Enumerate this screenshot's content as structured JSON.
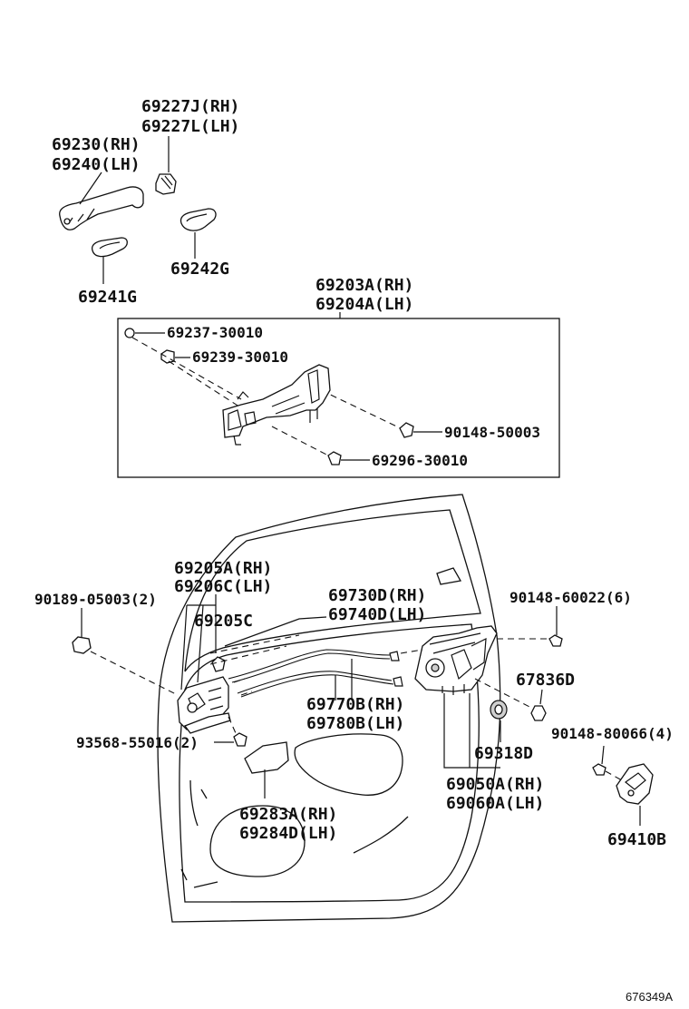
{
  "labels": {
    "p69227J": "69227J(RH)",
    "p69227L": "69227L(LH)",
    "p69230": "69230(RH)",
    "p69240": "69240(LH)",
    "p69242G": "69242G",
    "p69241G": "69241G",
    "p69203A": "69203A(RH)",
    "p69204A": "69204A(LH)",
    "p69237": "69237-30010",
    "p69239": "69239-30010",
    "p90148_50003": "90148-50003",
    "p69296": "69296-30010",
    "p69205A": "69205A(RH)",
    "p69206C": "69206C(LH)",
    "p90189": "90189-05003(2)",
    "p69205C": "69205C",
    "p69730D": "69730D(RH)",
    "p69740D": "69740D(LH)",
    "p90148_60022": "90148-60022(6)",
    "p67836D": "67836D",
    "p69770B": "69770B(RH)",
    "p69780B": "69780B(LH)",
    "p93568": "93568-55016(2)",
    "p69318D": "69318D",
    "p90148_80066": "90148-80066(4)",
    "p69283A": "69283A(RH)",
    "p69284D": "69284D(LH)",
    "p69050A": "69050A(RH)",
    "p69060A": "69060A(LH)",
    "p69410B": "69410B"
  },
  "footer": {
    "ref_number": "676349A"
  }
}
